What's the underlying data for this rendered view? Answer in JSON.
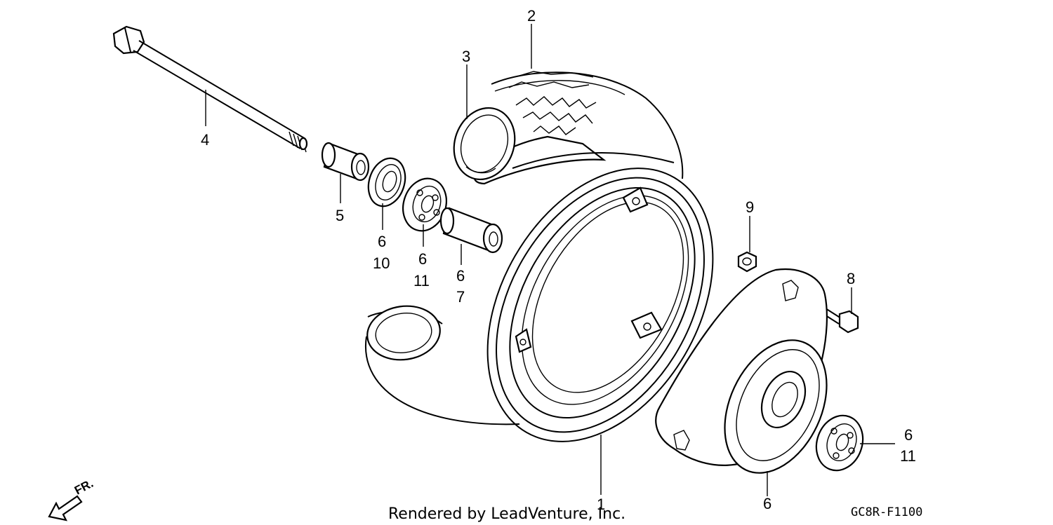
{
  "diagram": {
    "callouts": [
      {
        "id": "c1",
        "text": "1"
      },
      {
        "id": "c2",
        "text": "2"
      },
      {
        "id": "c3",
        "text": "3"
      },
      {
        "id": "c4",
        "text": "4"
      },
      {
        "id": "c5",
        "text": "5"
      },
      {
        "id": "c6a",
        "text": "6"
      },
      {
        "id": "c10",
        "text": "10"
      },
      {
        "id": "c6b",
        "text": "6"
      },
      {
        "id": "c11a",
        "text": "11"
      },
      {
        "id": "c6c",
        "text": "6"
      },
      {
        "id": "c7",
        "text": "7"
      },
      {
        "id": "c9",
        "text": "9"
      },
      {
        "id": "c8",
        "text": "8"
      },
      {
        "id": "c6d",
        "text": "6"
      },
      {
        "id": "c11b",
        "text": "11"
      },
      {
        "id": "c6e",
        "text": "6"
      }
    ],
    "direction_label": "FR.",
    "footer_credit": "Rendered by LeadVenture, Inc.",
    "diagram_code": "GC8R-F1100"
  }
}
